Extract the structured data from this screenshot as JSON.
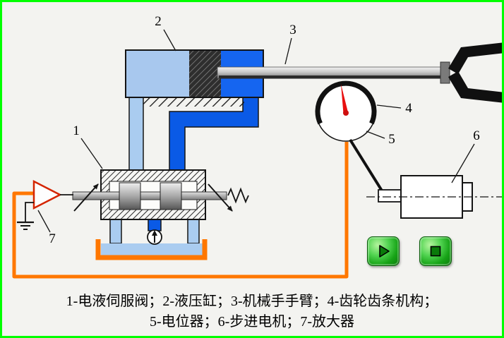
{
  "callouts": {
    "n1": "1",
    "n2": "2",
    "n3": "3",
    "n4": "4",
    "n5": "5",
    "n6": "6",
    "n7": "7"
  },
  "caption": {
    "line1": "1-电液伺服阀；2-液压缸；3-机械手手臂；4-齿轮齿条机构；",
    "line2": "5-电位器；6-步进电机；7-放大器"
  },
  "controls": {
    "play": {
      "icon": "play-icon"
    },
    "stop": {
      "icon": "stop-icon"
    }
  },
  "colors": {
    "frame_border": "#00ff00",
    "background": "#f3f3f0",
    "pipe_dark_blue": "#0a5ae6",
    "pipe_light_blue": "#aaccf0",
    "cylinder_chamber_blue": "#1565f0",
    "feedback_wire_orange": "#ff7700",
    "needle_red": "#e81010",
    "amplifier_outline_red": "#d42400",
    "button_green": "#17a317"
  }
}
